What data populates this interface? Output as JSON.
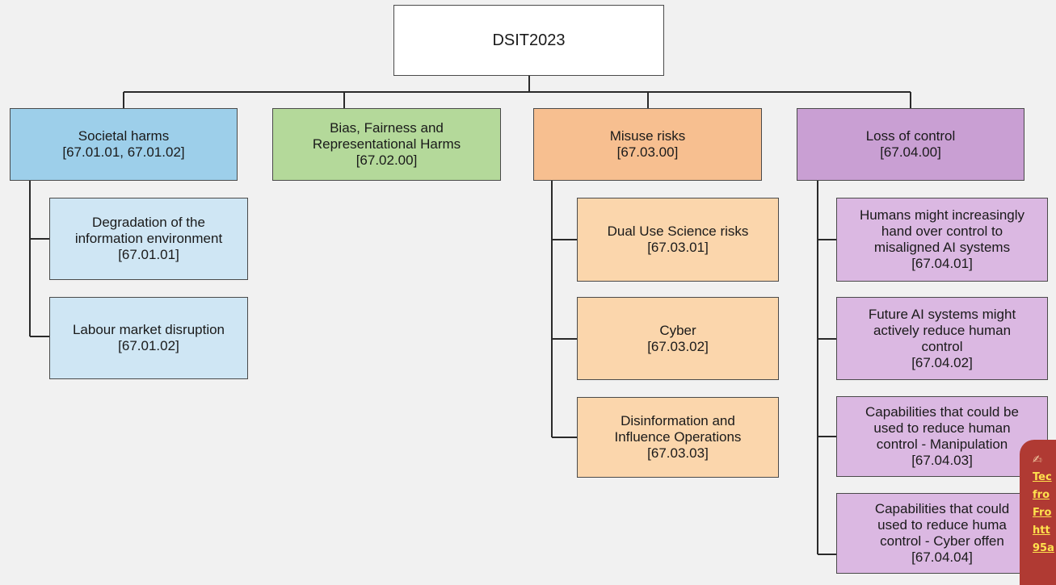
{
  "root": {
    "label": "DSIT2023"
  },
  "categories": [
    {
      "label": "Societal harms\n[67.01.01, 67.01.02]",
      "children": [
        {
          "label": "Degradation of the\ninformation environment\n[67.01.01]"
        },
        {
          "label": "Labour market disruption\n[67.01.02]"
        }
      ]
    },
    {
      "label": "Bias, Fairness and\nRepresentational Harms\n[67.02.00]",
      "children": []
    },
    {
      "label": "Misuse risks\n[67.03.00]",
      "children": [
        {
          "label": "Dual Use Science risks\n[67.03.01]"
        },
        {
          "label": "Cyber\n[67.03.02]"
        },
        {
          "label": "Disinformation and\nInfluence Operations\n[67.03.03]"
        }
      ]
    },
    {
      "label": "Loss of control\n[67.04.00]",
      "children": [
        {
          "label": "Humans might increasingly\nhand over control to\nmisaligned AI systems\n[67.04.01]"
        },
        {
          "label": "Future AI systems might\nactively reduce human\ncontrol\n[67.04.02]"
        },
        {
          "label": "Capabilities that could be\nused to reduce human\ncontrol - Manipulation\n[67.04.03]"
        },
        {
          "label": "Capabilities that could\nused to reduce huma\ncontrol - Cyber offen\n[67.04.04]"
        }
      ]
    }
  ],
  "overlay": {
    "icon": "writing-hand-icon",
    "icon_glyph": "✍",
    "links": [
      "Tec",
      "fro",
      "Fro",
      "htt",
      "95a"
    ]
  },
  "colors": {
    "societal": "#9dcfea",
    "societal_child": "#cfe6f4",
    "bias": "#b4d99a",
    "misuse": "#f7bf90",
    "misuse_child": "#fbd6ac",
    "loss_of_control": "#c99fd3",
    "loss_of_control_child": "#dbb8e2",
    "overlay": "#b03a33"
  }
}
